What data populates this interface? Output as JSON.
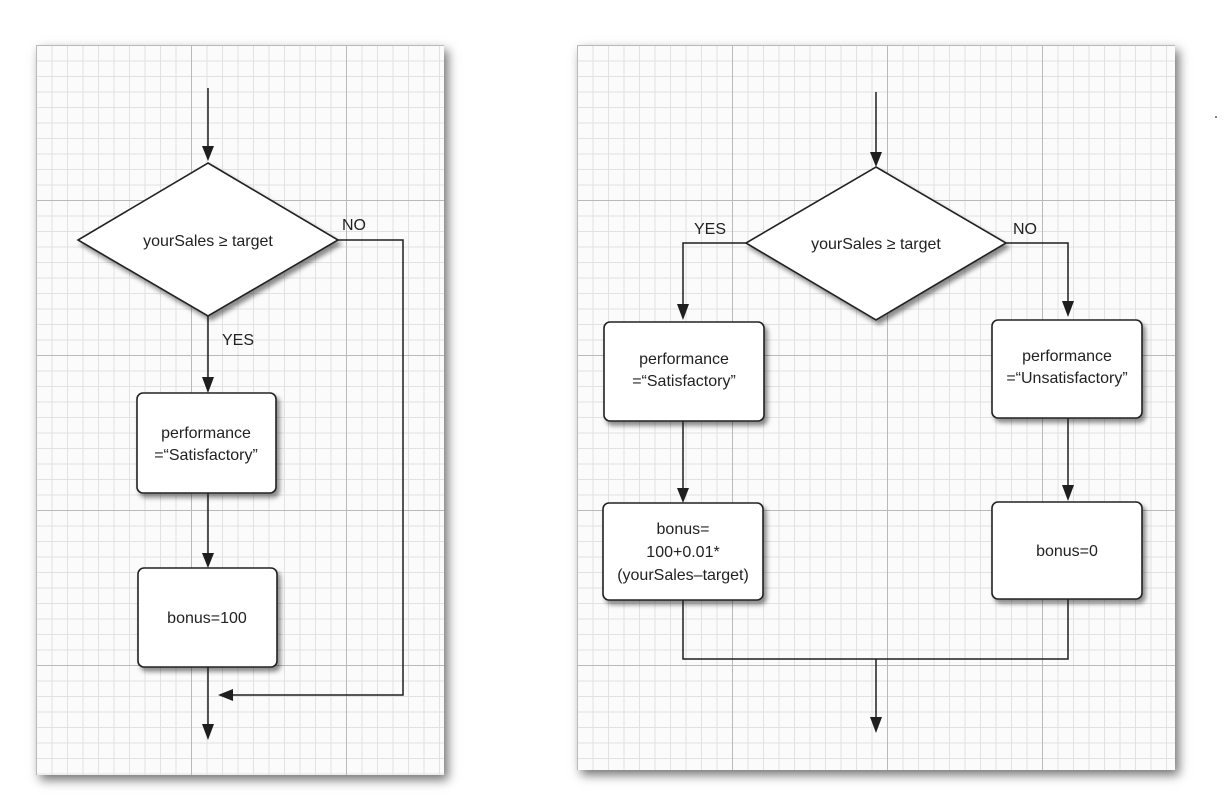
{
  "left_diagram": {
    "decision": "yourSales ≥ target",
    "yes_label": "YES",
    "no_label": "NO",
    "box1": [
      "performance",
      "=“Satisfactory”"
    ],
    "box2": [
      "bonus=100"
    ]
  },
  "right_diagram": {
    "decision": "yourSales ≥ target",
    "yes_label": "YES",
    "no_label": "NO",
    "yes_box1": [
      "performance",
      "=“Satisfactory”"
    ],
    "yes_box2": [
      "bonus=",
      "100+0.01*",
      "(yourSales–target)"
    ],
    "no_box1": [
      "performance",
      "=“Unsatisfactory”"
    ],
    "no_box2": [
      "bonus=0"
    ]
  }
}
